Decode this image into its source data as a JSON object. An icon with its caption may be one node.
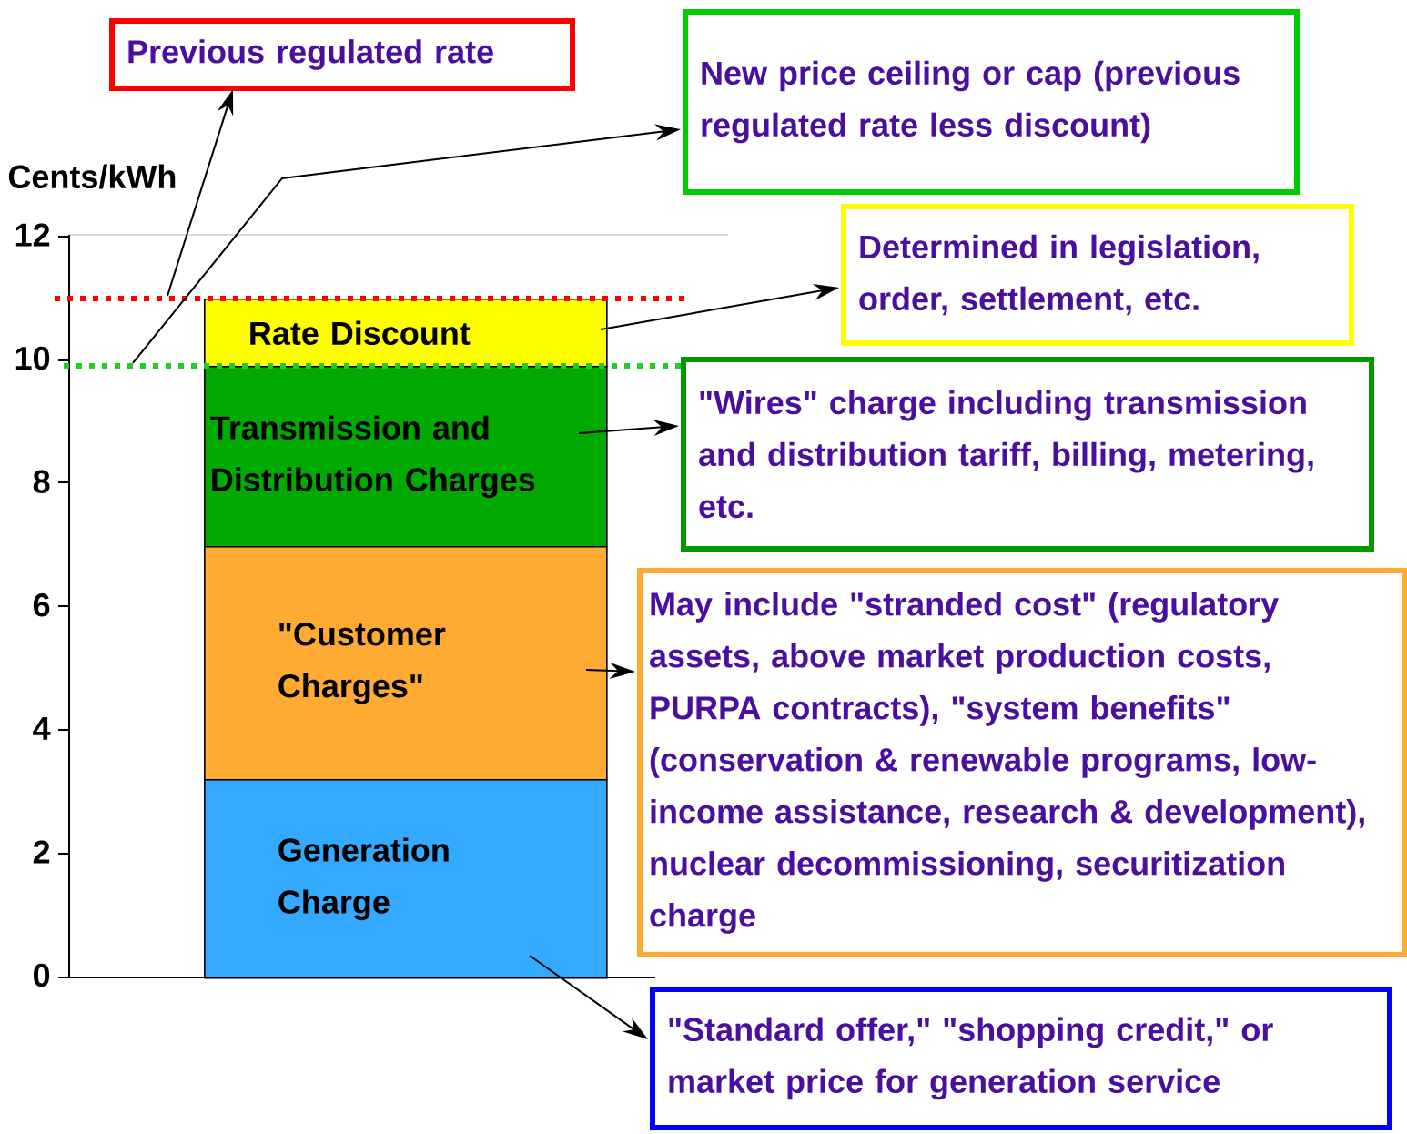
{
  "diagram": {
    "nodes": [
      {
        "text": [
          "Previous regulated rate"
        ]
      },
      {
        "text": [
          "New price ceiling or cap (previous regulated rate less discount)"
        ]
      },
      {
        "text": [
          "Determined in legislation, order, settlement, etc."
        ]
      },
      {
        "text": [
          "\"Wires\" charge including transmission and distribution tariff, billing, metering, etc."
        ]
      },
      {
        "text": [
          "May include \"stranded cost\" (regulatory assets, above market production costs, PURPA contracts), \"system benefits\" (conservation & renewable programs, low-income assistance, research & development), nuclear decommissioning, securitization charge"
        ]
      },
      {
        "text": [
          "\"Standard offer,\" \"shopping credit,\" or market price for generation service"
        ]
      },
      {
        "text": [
          "Rate Discount"
        ]
      },
      {
        "text": [
          "Transmission and Distribution Charges"
        ]
      },
      {
        "text": [
          "\"Customer Charges\""
        ]
      },
      {
        "text": [
          "Generation Charge"
        ]
      },
      {
        "text": [],
        "shape": "line"
      },
      {
        "text": [],
        "shape": "line"
      }
    ],
    "edges": [
      {
        "from": 10,
        "to": 0,
        "arrow": "to"
      },
      {
        "from": 11,
        "to": 1,
        "arrow": "to"
      },
      {
        "from": 6,
        "to": 2,
        "arrow": "to"
      },
      {
        "from": 7,
        "to": 3,
        "arrow": "to"
      },
      {
        "from": 8,
        "to": 4,
        "arrow": "to"
      },
      {
        "from": 9,
        "to": 5,
        "arrow": "to"
      }
    ],
    "labels": [
      "Cents/kWh",
      "12",
      "10",
      "8",
      "6",
      "4",
      "2",
      "0"
    ]
  }
}
